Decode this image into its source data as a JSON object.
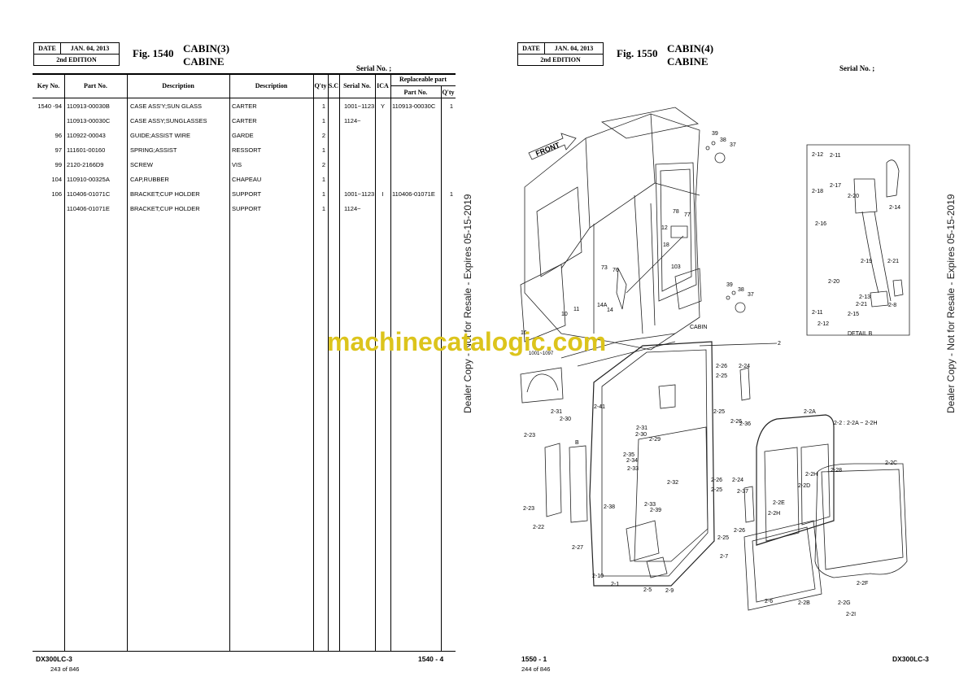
{
  "left_page": {
    "date_label": "DATE",
    "date_value": "JAN. 04, 2013",
    "edition": "2nd EDITION",
    "fig_no": "Fig. 1540",
    "title_en": "CABIN(3)",
    "title_fr": "CABINE",
    "serial_no_label": "Serial No. ;",
    "headers": {
      "key_no": "Key No.",
      "part_no": "Part No.",
      "description": "Description",
      "description2": "Description",
      "qty": "Q'ty",
      "sc": "S.C",
      "serial_no": "Serial No.",
      "ica": "ICA",
      "replaceable": "Replaceable part",
      "rep_part_no": "Part No.",
      "rep_qty": "Q'ty"
    },
    "rows": [
      {
        "key": "1540 -94",
        "part": "110913-00030B",
        "desc": "CASE ASS'Y;SUN GLASS",
        "desc_fr": "CARTER",
        "qty": "1",
        "sc": "",
        "serial": "1001~1123",
        "ica": "Y",
        "rep_part": "110913-00030C",
        "rep_qty": "1"
      },
      {
        "key": "",
        "part": "110913-00030C",
        "desc": "CASE ASSY;SUNGLASSES",
        "desc_fr": "CARTER",
        "qty": "1",
        "sc": "",
        "serial": "1124~",
        "ica": "",
        "rep_part": "",
        "rep_qty": ""
      },
      {
        "key": "96",
        "part": "110922-00043",
        "desc": "GUIDE;ASSIST WIRE",
        "desc_fr": "GARDE",
        "qty": "2",
        "sc": "",
        "serial": "",
        "ica": "",
        "rep_part": "",
        "rep_qty": ""
      },
      {
        "key": "97",
        "part": "111601-00160",
        "desc": "SPRING;ASSIST",
        "desc_fr": "RESSORT",
        "qty": "1",
        "sc": "",
        "serial": "",
        "ica": "",
        "rep_part": "",
        "rep_qty": ""
      },
      {
        "key": "99",
        "part": "2120-2166D9",
        "desc": "SCREW",
        "desc_fr": "VIS",
        "qty": "2",
        "sc": "",
        "serial": "",
        "ica": "",
        "rep_part": "",
        "rep_qty": ""
      },
      {
        "key": "104",
        "part": "110910-00325A",
        "desc": "CAP,RUBBER",
        "desc_fr": "CHAPEAU",
        "qty": "1",
        "sc": "",
        "serial": "",
        "ica": "",
        "rep_part": "",
        "rep_qty": ""
      },
      {
        "key": "106",
        "part": "110406-01071C",
        "desc": "BRACKET;CUP HOLDER",
        "desc_fr": "SUPPORT",
        "qty": "1",
        "sc": "",
        "serial": "1001~1123",
        "ica": "I",
        "rep_part": "110406-01071E",
        "rep_qty": "1"
      },
      {
        "key": "",
        "part": "110406-01071E",
        "desc": "BRACKET;CUP HOLDER",
        "desc_fr": "SUPPORT",
        "qty": "1",
        "sc": "",
        "serial": "1124~",
        "ica": "",
        "rep_part": "",
        "rep_qty": ""
      }
    ],
    "footer_model": "DX300LC-3",
    "footer_page": "1540 - 4",
    "page_count": "243 of 846"
  },
  "right_page": {
    "date_label": "DATE",
    "date_value": "JAN. 04, 2013",
    "edition": "2nd EDITION",
    "fig_no": "Fig. 1550",
    "title_en": "CABIN(4)",
    "title_fr": "CABINE",
    "serial_no_label": "Serial No. ;",
    "footer_page": "1550 - 1",
    "footer_model": "DX300LC-3",
    "page_count": "244 of 846",
    "diagram_labels": {
      "front": "FRONT",
      "cabin": "CABIN",
      "detail": "DETAIL B",
      "sub_ref": "2-2 : 2-2A ~ 2-2H",
      "detail_b": "B",
      "lbl_2": "2",
      "sn_text": "1001~1097"
    },
    "callouts": [
      "39",
      "38",
      "37",
      "78",
      "77",
      "12",
      "18",
      "103",
      "73",
      "76",
      "14A",
      "14",
      "10",
      "11",
      "16",
      "39",
      "38",
      "37",
      "2-12",
      "2-11",
      "2-18",
      "2-17",
      "2-20",
      "2-14",
      "2-16",
      "2-19",
      "2-21",
      "2-20",
      "2-13",
      "2-21",
      "2-8",
      "2-11",
      "2-15",
      "2-12",
      "2-41",
      "2-31",
      "2-30",
      "2-26",
      "2-24",
      "2-25",
      "2-25",
      "2-26",
      "2-36",
      "2-31",
      "2-30",
      "2-29",
      "2-23",
      "2-35",
      "2-34",
      "2-33",
      "2-23",
      "2-22",
      "2-32",
      "2-33",
      "2-39",
      "2-38",
      "2-27",
      "2-10",
      "2-1",
      "2-5",
      "2-9",
      "2-26",
      "2-25",
      "2-24",
      "2-37",
      "2-25",
      "2-26",
      "2-2A",
      "2-2H",
      "2-2D",
      "2-2E",
      "2-2H",
      "2-28",
      "2-2C",
      "2-7",
      "2-6",
      "2-2B",
      "2-2G",
      "2-2F",
      "2-2I"
    ]
  },
  "side_text": "Dealer Copy - Not for Resale - Expires 05-15-2019",
  "watermark": "machinecatalogic.com"
}
